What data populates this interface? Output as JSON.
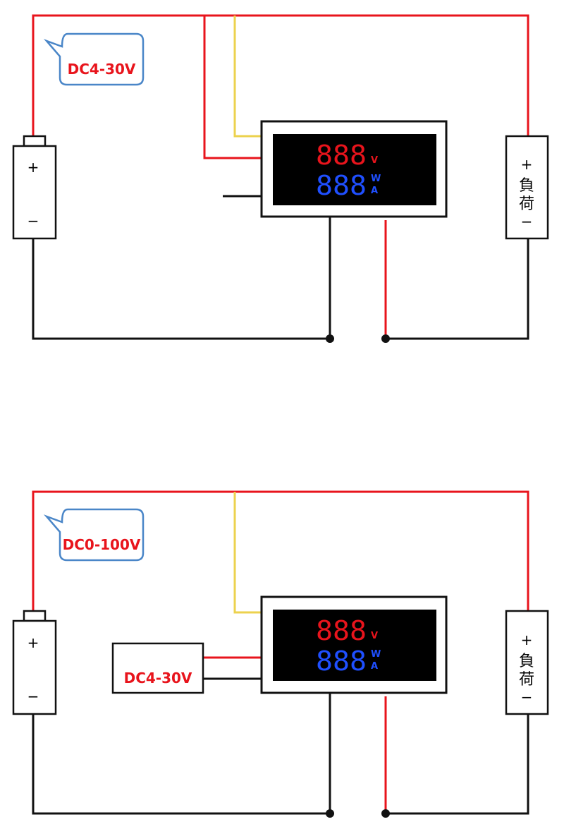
{
  "diagrams": [
    {
      "supply_callout": "DC4-30V",
      "battery": {
        "plus": "+",
        "minus": "−"
      },
      "load": {
        "plus": "+",
        "label_1": "負",
        "label_2": "荷",
        "minus": "−"
      },
      "meter": {
        "digits_top": "888",
        "unit_v": "V",
        "digits_bottom": "888",
        "unit_w": "W",
        "unit_a": "A"
      }
    },
    {
      "supply_callout": "DC0-100V",
      "external_supply": "DC4-30V",
      "battery": {
        "plus": "+",
        "minus": "−"
      },
      "load": {
        "plus": "+",
        "label_1": "負",
        "label_2": "荷",
        "minus": "−"
      },
      "meter": {
        "digits_top": "888",
        "unit_v": "V",
        "digits_bottom": "888",
        "unit_w": "W",
        "unit_a": "A"
      }
    }
  ],
  "colors": {
    "positive_wire": "#e8141c",
    "negative_wire": "#111111",
    "signal_wire": "#ecd24e",
    "callout_border": "#4a86c8",
    "display_bg": "#000000",
    "digits_voltage": "#e8141c",
    "digits_power_current": "#1f4fff"
  }
}
